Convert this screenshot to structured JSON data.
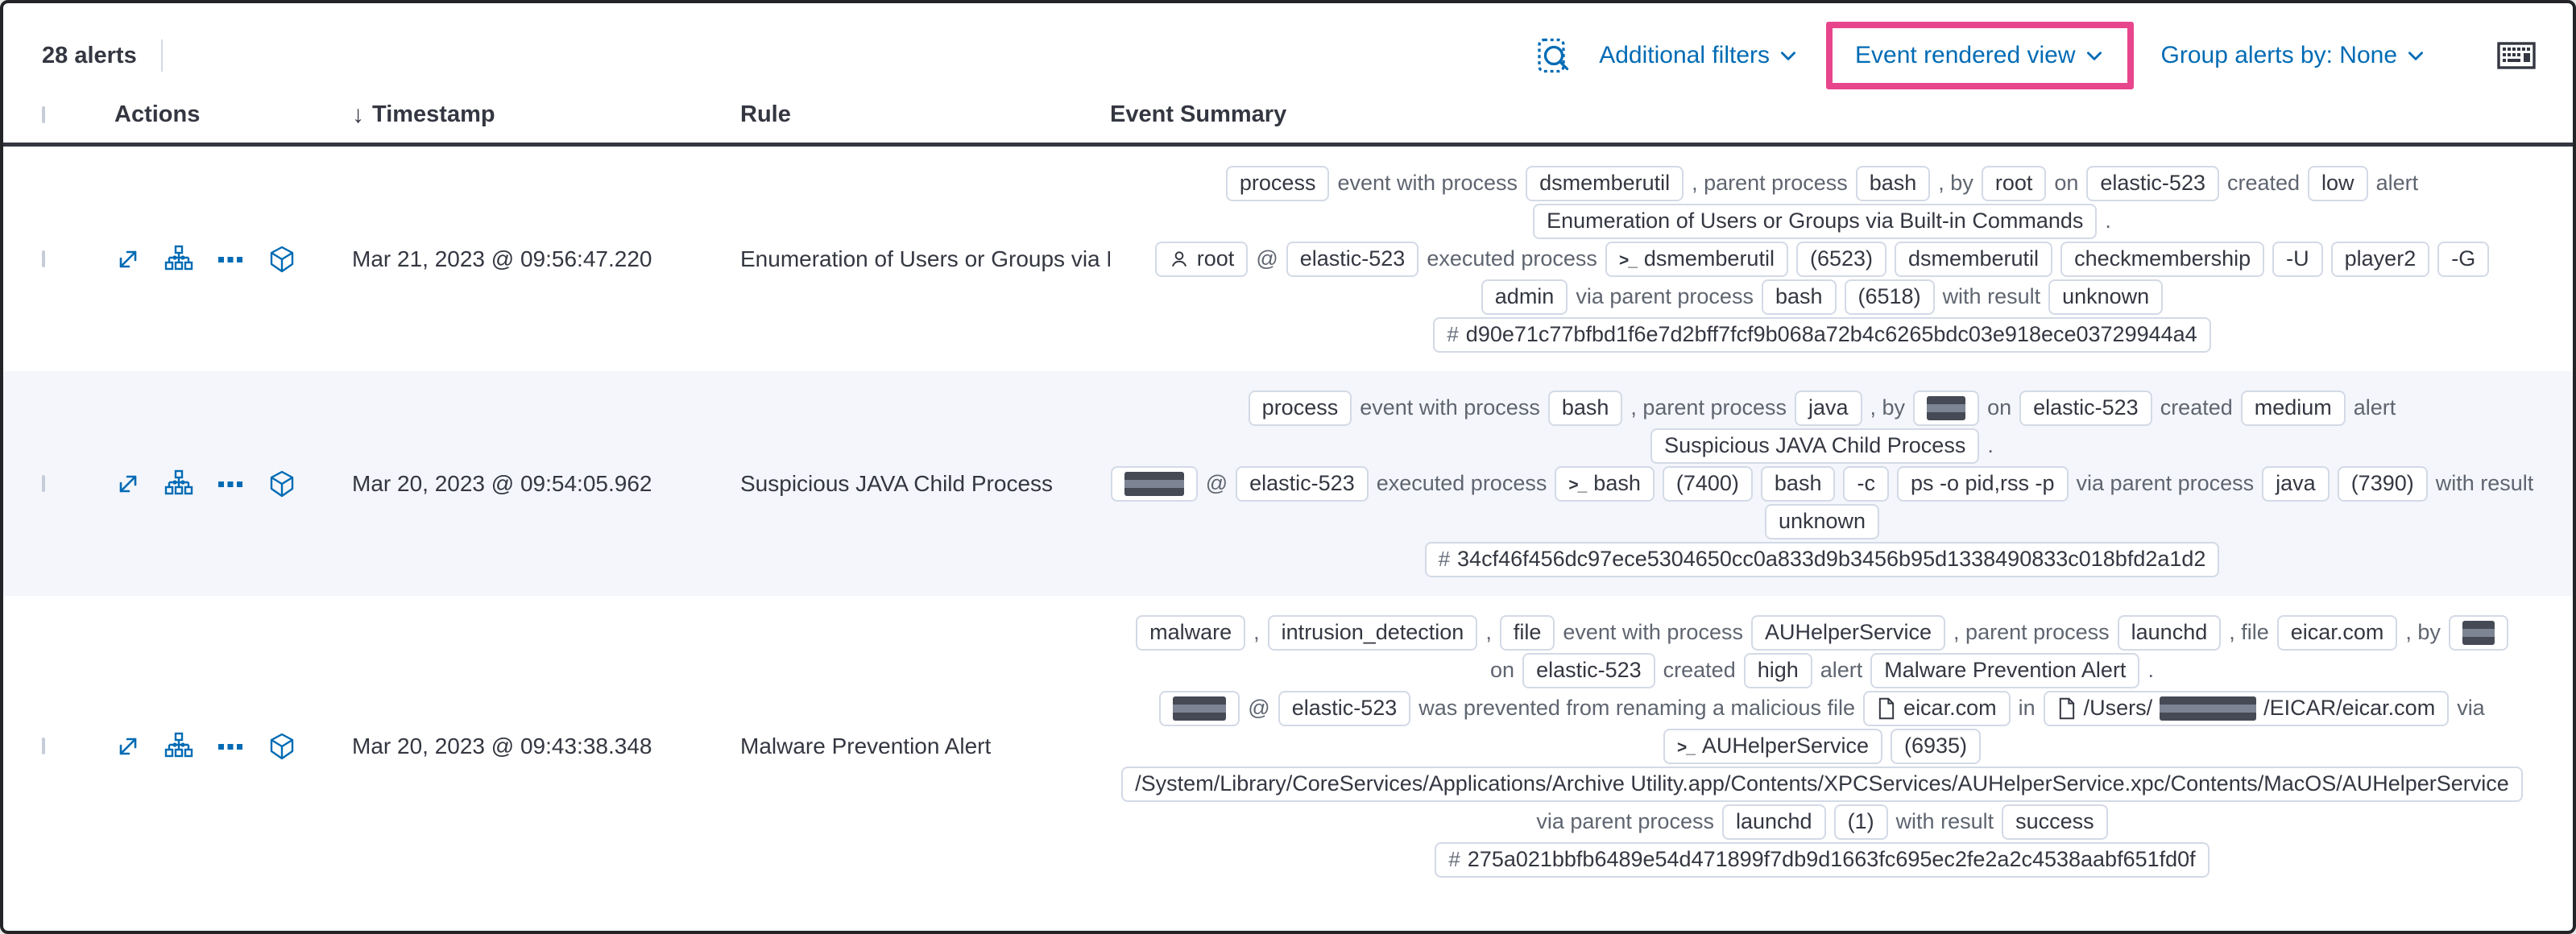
{
  "colors": {
    "accent_blue": "#006BB4",
    "highlight_pink": "#E8468C",
    "stripe_background": "#f4f6fb",
    "badge_border": "#d3dae6",
    "text_dark": "#343741"
  },
  "toolbar": {
    "alert_count": "28 alerts",
    "inspect_icon": "inspect-icon",
    "additional_filters": "Additional filters",
    "view_selector": "Event rendered view",
    "group_by": "Group alerts by: None",
    "keyboard_icon": "keyboard-shortcuts-icon"
  },
  "table": {
    "headers": {
      "actions": "Actions",
      "timestamp": "Timestamp",
      "rule": "Rule",
      "event_summary": "Event Summary"
    },
    "sort": {
      "column": "Timestamp",
      "direction": "descending"
    }
  },
  "action_icons": [
    "expand-alert",
    "analyze-event",
    "more-actions",
    "investigate-in-timeline"
  ],
  "alerts": [
    {
      "timestamp": "Mar 21, 2023 @ 09:56:47.220",
      "rule": "Enumeration of Users or Groups via Bui",
      "striped": false,
      "summary_lines": [
        [
          {
            "t": "badge",
            "v": "process"
          },
          {
            "t": "text",
            "v": "event with process"
          },
          {
            "t": "badge",
            "v": "dsmemberutil"
          },
          {
            "t": "text",
            "v": ", parent process"
          },
          {
            "t": "badge",
            "v": "bash"
          },
          {
            "t": "text",
            "v": ", by"
          },
          {
            "t": "badge",
            "v": "root"
          },
          {
            "t": "text",
            "v": "on"
          },
          {
            "t": "badge",
            "v": "elastic-523"
          },
          {
            "t": "text",
            "v": "created"
          },
          {
            "t": "badge",
            "v": "low"
          },
          {
            "t": "text",
            "v": "alert"
          }
        ],
        [
          {
            "t": "badge",
            "v": "Enumeration of Users or Groups via Built-in Commands"
          },
          {
            "t": "text",
            "v": "."
          }
        ],
        [
          {
            "t": "badge",
            "icon": "user",
            "v": "root"
          },
          {
            "t": "text",
            "v": "@"
          },
          {
            "t": "badge",
            "v": "elastic-523"
          },
          {
            "t": "text",
            "v": "executed process"
          },
          {
            "t": "badge",
            "icon": "terminal",
            "v": "dsmemberutil"
          },
          {
            "t": "badge",
            "v": "(6523)"
          },
          {
            "t": "badge",
            "v": "dsmemberutil"
          },
          {
            "t": "badge",
            "v": "checkmembership"
          },
          {
            "t": "badge",
            "v": "-U"
          },
          {
            "t": "badge",
            "v": "player2"
          },
          {
            "t": "badge",
            "v": "-G"
          }
        ],
        [
          {
            "t": "badge",
            "v": "admin"
          },
          {
            "t": "text",
            "v": "via parent process"
          },
          {
            "t": "badge",
            "v": "bash"
          },
          {
            "t": "badge",
            "v": "(6518)"
          },
          {
            "t": "text",
            "v": "with result"
          },
          {
            "t": "badge",
            "v": "unknown"
          }
        ],
        [
          {
            "t": "badge",
            "icon": "hash",
            "v": "d90e71c77bfbd1f6e7d2bff7fcf9b068a72b4c6265bdc03e918ece03729944a4"
          }
        ]
      ]
    },
    {
      "timestamp": "Mar 20, 2023 @ 09:54:05.962",
      "rule": "Suspicious JAVA Child Process",
      "striped": true,
      "summary_lines": [
        [
          {
            "t": "badge",
            "v": "process"
          },
          {
            "t": "text",
            "v": "event with process"
          },
          {
            "t": "badge",
            "v": "bash"
          },
          {
            "t": "text",
            "v": ", parent process"
          },
          {
            "t": "badge",
            "v": "java"
          },
          {
            "t": "text",
            "v": ", by"
          },
          {
            "t": "badge",
            "parts": [
              {
                "r": 48
              }
            ]
          },
          {
            "t": "text",
            "v": "on"
          },
          {
            "t": "badge",
            "v": "elastic-523"
          },
          {
            "t": "text",
            "v": "created"
          },
          {
            "t": "badge",
            "v": "medium"
          },
          {
            "t": "text",
            "v": "alert"
          }
        ],
        [
          {
            "t": "badge",
            "v": "Suspicious JAVA Child Process"
          },
          {
            "t": "text",
            "v": "."
          }
        ],
        [
          {
            "t": "badge",
            "parts": [
              {
                "r": 74
              }
            ]
          },
          {
            "t": "text",
            "v": "@"
          },
          {
            "t": "badge",
            "v": "elastic-523"
          },
          {
            "t": "text",
            "v": "executed process"
          },
          {
            "t": "badge",
            "icon": "terminal",
            "v": "bash"
          },
          {
            "t": "badge",
            "v": "(7400)"
          },
          {
            "t": "badge",
            "v": "bash"
          },
          {
            "t": "badge",
            "v": "-c"
          },
          {
            "t": "badge",
            "v": "ps -o pid,rss -p"
          },
          {
            "t": "text",
            "v": "via parent process"
          },
          {
            "t": "badge",
            "v": "java"
          },
          {
            "t": "badge",
            "v": "(7390)"
          },
          {
            "t": "text",
            "v": "with result"
          }
        ],
        [
          {
            "t": "badge",
            "v": "unknown"
          }
        ],
        [
          {
            "t": "badge",
            "icon": "hash",
            "v": "34cf46f456dc97ece5304650cc0a833d9b3456b95d1338490833c018bfd2a1d2"
          }
        ]
      ]
    },
    {
      "timestamp": "Mar 20, 2023 @ 09:43:38.348",
      "rule": "Malware Prevention Alert",
      "striped": false,
      "summary_lines": [
        [
          {
            "t": "badge",
            "v": "malware"
          },
          {
            "t": "text",
            "v": ","
          },
          {
            "t": "badge",
            "v": "intrusion_detection"
          },
          {
            "t": "text",
            "v": ","
          },
          {
            "t": "badge",
            "v": "file"
          },
          {
            "t": "text",
            "v": "event with process"
          },
          {
            "t": "badge",
            "v": "AUHelperService"
          },
          {
            "t": "text",
            "v": ", parent process"
          },
          {
            "t": "badge",
            "v": "launchd"
          },
          {
            "t": "text",
            "v": ", file"
          },
          {
            "t": "badge",
            "v": "eicar.com"
          },
          {
            "t": "text",
            "v": ", by"
          },
          {
            "t": "badge",
            "parts": [
              {
                "r": 40
              }
            ]
          }
        ],
        [
          {
            "t": "text",
            "v": "on"
          },
          {
            "t": "badge",
            "v": "elastic-523"
          },
          {
            "t": "text",
            "v": "created"
          },
          {
            "t": "badge",
            "v": "high"
          },
          {
            "t": "text",
            "v": "alert"
          },
          {
            "t": "badge",
            "v": "Malware Prevention Alert"
          },
          {
            "t": "text",
            "v": "."
          }
        ],
        [
          {
            "t": "badge",
            "parts": [
              {
                "r": 66
              }
            ]
          },
          {
            "t": "text",
            "v": "@"
          },
          {
            "t": "badge",
            "v": "elastic-523"
          },
          {
            "t": "text",
            "v": "was prevented from renaming a malicious file"
          },
          {
            "t": "badge",
            "icon": "doc",
            "v": "eicar.com"
          },
          {
            "t": "text",
            "v": "in"
          },
          {
            "t": "badge",
            "icon": "doc",
            "parts": [
              "/Users/",
              {
                "r": 120
              },
              "/EICAR/eicar.com"
            ]
          },
          {
            "t": "text",
            "v": "via"
          }
        ],
        [
          {
            "t": "badge",
            "icon": "terminal",
            "v": "AUHelperService"
          },
          {
            "t": "badge",
            "v": "(6935)"
          }
        ],
        [
          {
            "t": "badge",
            "v": "/System/Library/CoreServices/Applications/Archive Utility.app/Contents/XPCServices/AUHelperService.xpc/Contents/MacOS/AUHelperService"
          }
        ],
        [
          {
            "t": "text",
            "v": "via parent process"
          },
          {
            "t": "badge",
            "v": "launchd"
          },
          {
            "t": "badge",
            "v": "(1)"
          },
          {
            "t": "text",
            "v": "with result"
          },
          {
            "t": "badge",
            "v": "success"
          }
        ],
        [
          {
            "t": "badge",
            "icon": "hash",
            "v": "275a021bbfb6489e54d471899f7db9d1663fc695ec2fe2a2c4538aabf651fd0f"
          }
        ]
      ]
    }
  ]
}
